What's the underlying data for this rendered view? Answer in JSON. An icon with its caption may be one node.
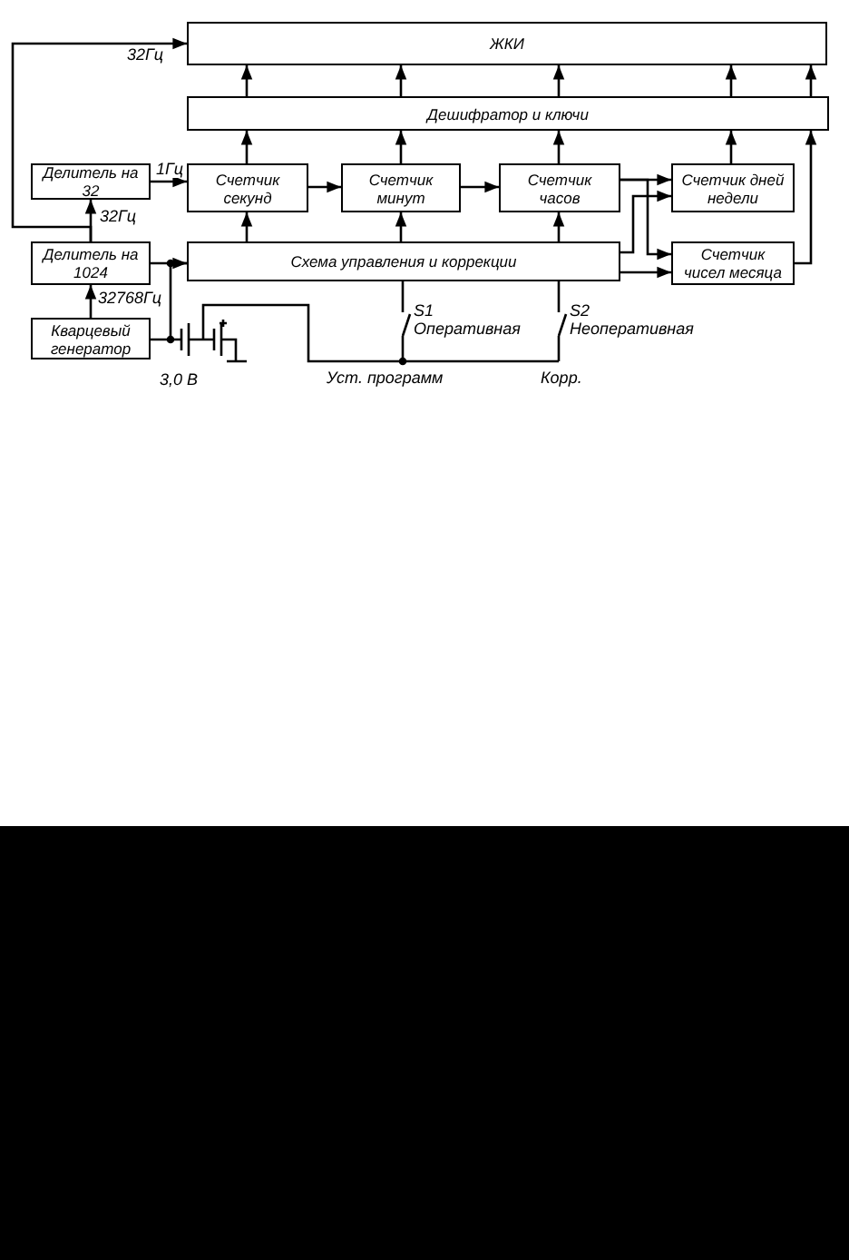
{
  "diagram": {
    "nodes": [
      {
        "text": [
          "ЖКИ"
        ]
      },
      {
        "text": [
          "Дешифратор и ключи"
        ]
      },
      {
        "text": [
          "Делитель на 32"
        ]
      },
      {
        "text": [
          "Счетчик секунд"
        ]
      },
      {
        "text": [
          "Счетчик минут"
        ]
      },
      {
        "text": [
          "Счетчик часов"
        ]
      },
      {
        "text": [
          "Счетчик дней недели"
        ]
      },
      {
        "text": [
          "Схема управления и коррекции"
        ]
      },
      {
        "text": [
          "Счетчик чисел месяца"
        ]
      },
      {
        "text": [
          "Делитель на 1024"
        ]
      },
      {
        "text": [
          "Кварцевый генератор"
        ]
      }
    ],
    "edges": [
      {
        "from": 9,
        "to": 0,
        "arrow": "to",
        "label": "32Гц"
      },
      {
        "from": 9,
        "to": 2,
        "arrow": "to",
        "label": "32Гц"
      },
      {
        "from": 10,
        "to": 9,
        "arrow": "to",
        "label": "32768Гц"
      },
      {
        "from": 2,
        "to": 3,
        "arrow": "to",
        "label": "1Гц"
      },
      {
        "from": 9,
        "to": 7,
        "arrow": "to"
      },
      {
        "from": 3,
        "to": 4,
        "arrow": "to"
      },
      {
        "from": 4,
        "to": 5,
        "arrow": "to"
      },
      {
        "from": 5,
        "to": 6,
        "arrow": "to"
      },
      {
        "from": 5,
        "to": 8,
        "arrow": "to"
      },
      {
        "from": 7,
        "to": 6,
        "arrow": "to"
      },
      {
        "from": 7,
        "to": 8,
        "arrow": "to"
      },
      {
        "from": 8,
        "to": 1,
        "arrow": "to"
      },
      {
        "from": 3,
        "to": 1,
        "arrow": "to"
      },
      {
        "from": 4,
        "to": 1,
        "arrow": "to"
      },
      {
        "from": 5,
        "to": 1,
        "arrow": "to"
      },
      {
        "from": 6,
        "to": 1,
        "arrow": "to"
      },
      {
        "from": 1,
        "to": 0,
        "arrow": "to"
      },
      {
        "from": 1,
        "to": 0,
        "arrow": "to"
      },
      {
        "from": 1,
        "to": 0,
        "arrow": "to"
      },
      {
        "from": 1,
        "to": 0,
        "arrow": "to"
      },
      {
        "from": 1,
        "to": 0,
        "arrow": "to"
      },
      {
        "from": 7,
        "to": 3,
        "arrow": "to"
      },
      {
        "from": 7,
        "to": 4,
        "arrow": "to"
      },
      {
        "from": 7,
        "to": 5,
        "arrow": "to"
      },
      {
        "from": 10,
        "to": 7,
        "arrow": "none"
      }
    ],
    "labels": [
      "3,0 В",
      "S1",
      "Оперативная",
      "S2",
      "Неоперативная",
      "Уст. программ",
      "Корр."
    ]
  }
}
